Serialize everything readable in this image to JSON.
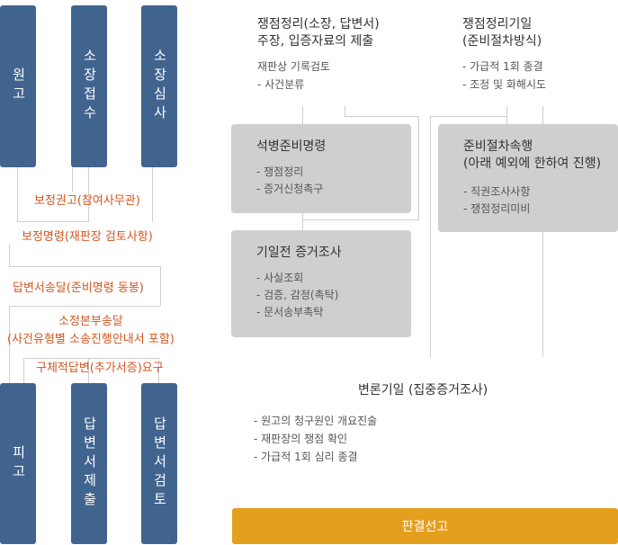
{
  "left": {
    "boxes_top": [
      {
        "label": "원고"
      },
      {
        "label": "소장접수"
      },
      {
        "label": "소장심사"
      }
    ],
    "boxes_bottom": [
      {
        "label": "피고"
      },
      {
        "label": "답변서제출"
      },
      {
        "label": "답변서검토"
      }
    ],
    "steps": [
      "보정권고(참여사무관)",
      "보정명령(재판장 검토사항)",
      "답변서송달(준비명령 동봉)",
      "소정본부송달",
      "(사건유형별 소송진행안내서 포함)",
      "구체적답변(추가서증)요구"
    ]
  },
  "top": {
    "col1": {
      "title_lines": [
        "쟁점정리(소장, 답변서)",
        "주장, 입증자료의 제출"
      ],
      "items": [
        "재판상 기록검토",
        "- 사건분류"
      ]
    },
    "col2": {
      "title_lines": [
        "쟁점정리기일",
        "(준비절차방식)"
      ],
      "items": [
        "- 가급적 1회 종결",
        "- 조정 및 화해시도"
      ]
    }
  },
  "boxes": {
    "b1": {
      "title": "석병준비명령",
      "items": [
        "- 쟁점정리",
        "- 증거신청촉구"
      ]
    },
    "b2": {
      "title": "기일전 증거조사",
      "items": [
        "- 사실조회",
        "- 검증, 감정(촉탁)",
        "- 문서송부촉탁"
      ]
    },
    "b3": {
      "title_lines": [
        "준비절차속행",
        "(아래 예외에 한하여 진행)"
      ],
      "items": [
        "- 직권조사사항",
        "- 쟁점정리미비"
      ]
    }
  },
  "hearing": {
    "title": "변론기일 (집중증거조사)",
    "items": [
      "- 원고의 청구원인 개요진술",
      "- 재판장의 쟁점 확인",
      "- 가급적 1회 심리 종결"
    ]
  },
  "judgment": {
    "label": "판결선고"
  },
  "colors": {
    "blue": "#41648f",
    "orange": "#d4561f",
    "gray_box": "#cfcfcf",
    "gold": "#e49f1e"
  }
}
